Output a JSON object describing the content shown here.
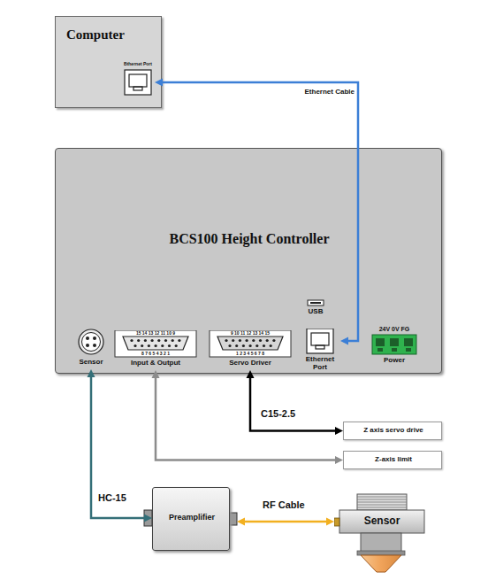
{
  "diagram": {
    "nodes": [
      {
        "text": [
          "Computer"
        ]
      },
      {
        "text": [
          "Bthernet Port"
        ],
        "in": 0
      },
      {
        "text": [
          "BCS100 Height Controller"
        ]
      },
      {
        "text": [
          "Sensor"
        ],
        "in": 2
      },
      {
        "text": [
          "Input & Output",
          "15 14 13 12 11 10 9",
          "8 7 6 5 4 3 2 1"
        ],
        "in": 2
      },
      {
        "text": [
          "Servo Driver",
          "9 10 11 12 13 14 15",
          "1 2 3 4 5 6 7 8"
        ],
        "in": 2
      },
      {
        "text": [
          "USB"
        ],
        "in": 2
      },
      {
        "text": [
          "Ethernet Port"
        ],
        "in": 2
      },
      {
        "text": [
          "24V 0V FG",
          "Power"
        ],
        "in": 2
      },
      {
        "text": [
          "Z axis servo drive"
        ]
      },
      {
        "text": [
          "Z-axis limit"
        ]
      },
      {
        "text": [
          "Preamplifier"
        ]
      },
      {
        "text": [
          "Sensor"
        ]
      }
    ],
    "edges": [
      {
        "from": 7,
        "to": 1,
        "arrow": "both",
        "label": "Ethernet Cable"
      },
      {
        "from": 5,
        "to": 9,
        "arrow": "both",
        "label": "C15-2.5"
      },
      {
        "from": 4,
        "to": 10,
        "arrow": "both"
      },
      {
        "from": 3,
        "to": 11,
        "arrow": "both",
        "label": "HC-15"
      },
      {
        "from": 11,
        "to": 12,
        "arrow": "both",
        "label": "RF Cable"
      }
    ]
  }
}
